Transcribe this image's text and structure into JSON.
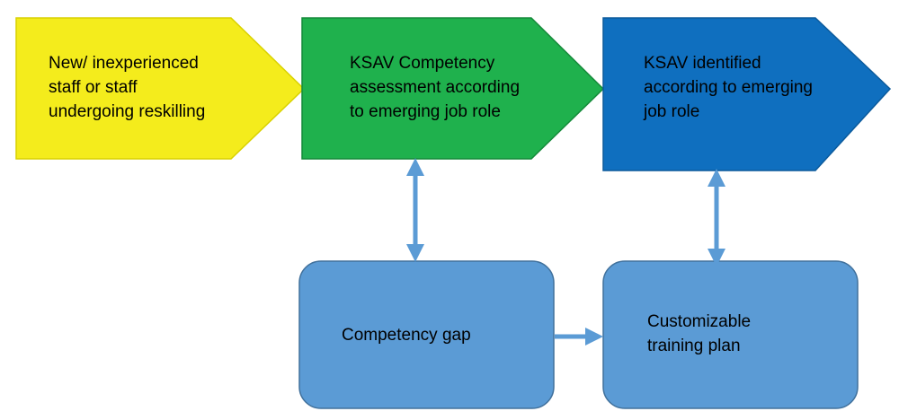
{
  "colors": {
    "yellow": "#f4ec1c",
    "yellow_border": "#d9d100",
    "green": "#1fb14d",
    "green_border": "#158a3a",
    "dark_blue": "#0f6fbf",
    "dark_blue_border": "#0b5a9c",
    "light_blue": "#5b9bd5",
    "light_blue_border": "#41719c",
    "arrow": "#5b9bd5"
  },
  "nodes": {
    "staff": {
      "label": "New/ inexperienced\nstaff or staff\nundergoing reskilling"
    },
    "assessment": {
      "label": "KSAV Competency\nassessment according\nto emerging job role"
    },
    "identified": {
      "label": "KSAV identified\naccording to emerging\njob role"
    },
    "gap": {
      "label": "Competency gap"
    },
    "training": {
      "label": "Customizable\ntraining plan"
    }
  },
  "connectors": [
    {
      "from": "assessment",
      "to": "gap",
      "type": "bidirectional"
    },
    {
      "from": "identified",
      "to": "training",
      "type": "bidirectional"
    },
    {
      "from": "gap",
      "to": "training",
      "type": "directed"
    }
  ]
}
